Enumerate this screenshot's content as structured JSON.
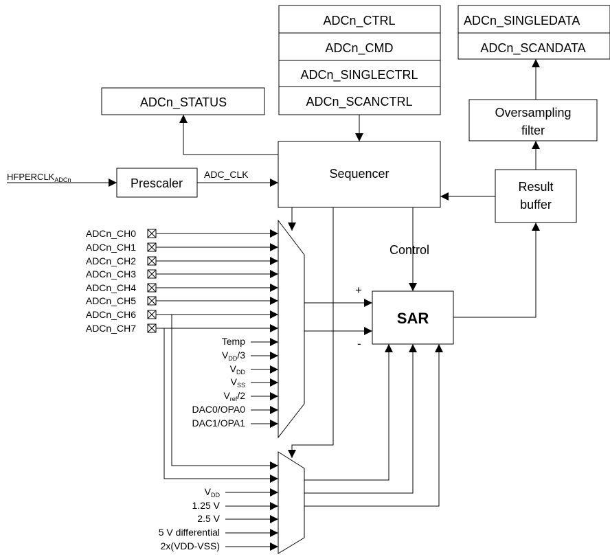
{
  "registers": {
    "ctrl": "ADCn_CTRL",
    "cmd": "ADCn_CMD",
    "singlectrl": "ADCn_SINGLECTRL",
    "scanctrl": "ADCn_SCANCTRL",
    "status": "ADCn_STATUS",
    "singledata": "ADCn_SINGLEDATA",
    "scandata": "ADCn_SCANDATA"
  },
  "blocks": {
    "oversampling_line1": "Oversampling",
    "oversampling_line2": "filter",
    "sequencer": "Sequencer",
    "prescaler": "Prescaler",
    "result_line1": "Result",
    "result_line2": "buffer",
    "sar": "SAR"
  },
  "clock": {
    "hfperclk": "HFPERCLK",
    "hfperclk_sub": "ADCn",
    "adc_clk": "ADC_CLK"
  },
  "signals": {
    "control": "Control",
    "plus": "+",
    "minus": "-"
  },
  "channels": [
    "ADCn_CH0",
    "ADCn_CH1",
    "ADCn_CH2",
    "ADCn_CH3",
    "ADCn_CH4",
    "ADCn_CH5",
    "ADCn_CH6",
    "ADCn_CH7"
  ],
  "internal_inputs": {
    "temp": "Temp",
    "vdd3_main": "V",
    "vdd3_sub": "DD",
    "vdd3_tail": "/3",
    "vdd_main": "V",
    "vdd_sub": "DD",
    "vss_main": "V",
    "vss_sub": "SS",
    "vref2_main": "V",
    "vref2_sub": "ref",
    "vref2_tail": "/2",
    "dac0": "DAC0/OPA0",
    "dac1": "DAC1/OPA1"
  },
  "reference_inputs": {
    "vdd_main": "V",
    "vdd_sub": "DD",
    "v125": "1.25 V",
    "v25": "2.5 V",
    "v5diff": "5 V differential",
    "v2x": "2x(VDD-VSS)"
  }
}
